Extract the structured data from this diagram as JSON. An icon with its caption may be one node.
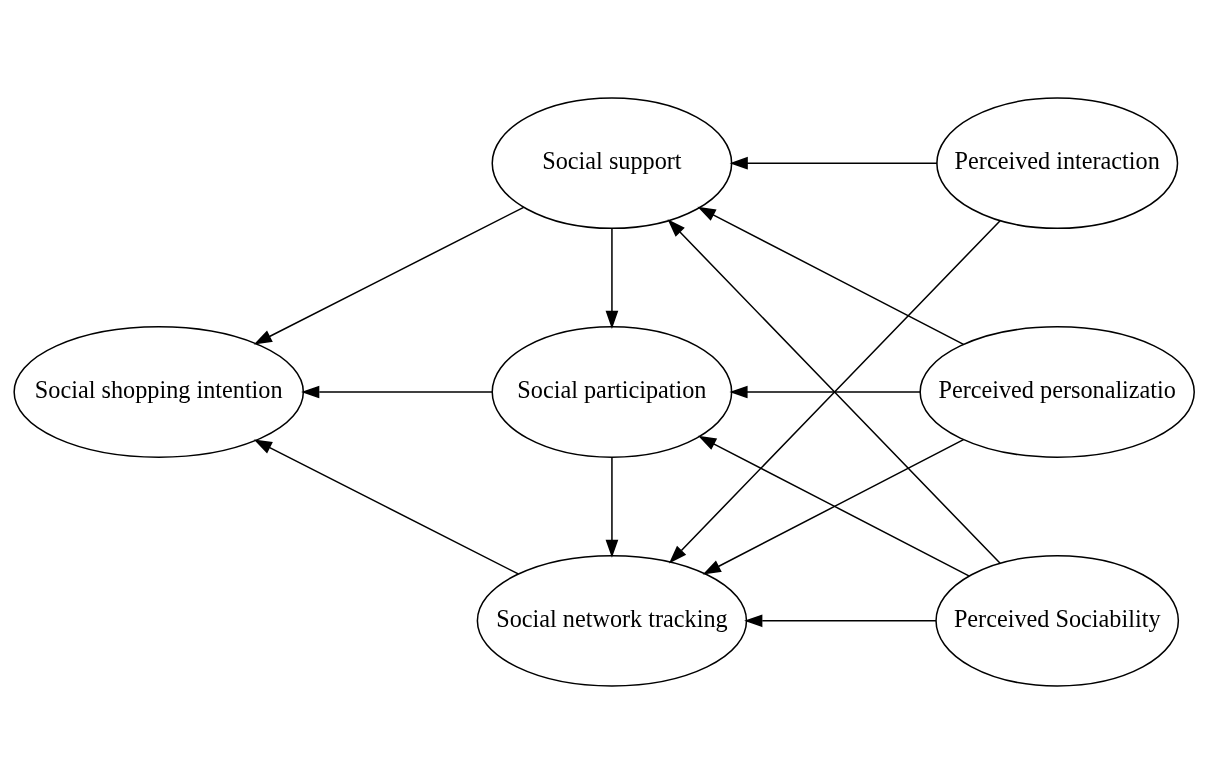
{
  "diagram": {
    "nodes": [
      {
        "text": [
          "Social support"
        ]
      },
      {
        "text": [
          "Perceived interaction"
        ]
      },
      {
        "text": [
          "Social shopping intention"
        ]
      },
      {
        "text": [
          "Social participation"
        ]
      },
      {
        "text": [
          "Perceived personalizatio"
        ]
      },
      {
        "text": [
          "Social network tracking"
        ]
      },
      {
        "text": [
          "Perceived Sociability"
        ]
      }
    ],
    "edges": [
      {
        "from": 0,
        "to": 2,
        "arrow": "to"
      },
      {
        "from": 3,
        "to": 2,
        "arrow": "to"
      },
      {
        "from": 5,
        "to": 2,
        "arrow": "to"
      },
      {
        "from": 0,
        "to": 3,
        "arrow": "to"
      },
      {
        "from": 3,
        "to": 5,
        "arrow": "to"
      },
      {
        "from": 1,
        "to": 0,
        "arrow": "to"
      },
      {
        "from": 1,
        "to": 5,
        "arrow": "to"
      },
      {
        "from": 4,
        "to": 0,
        "arrow": "to"
      },
      {
        "from": 4,
        "to": 3,
        "arrow": "to"
      },
      {
        "from": 4,
        "to": 5,
        "arrow": "to"
      },
      {
        "from": 6,
        "to": 0,
        "arrow": "to"
      },
      {
        "from": 6,
        "to": 3,
        "arrow": "to"
      },
      {
        "from": 6,
        "to": 5,
        "arrow": "to"
      }
    ]
  }
}
